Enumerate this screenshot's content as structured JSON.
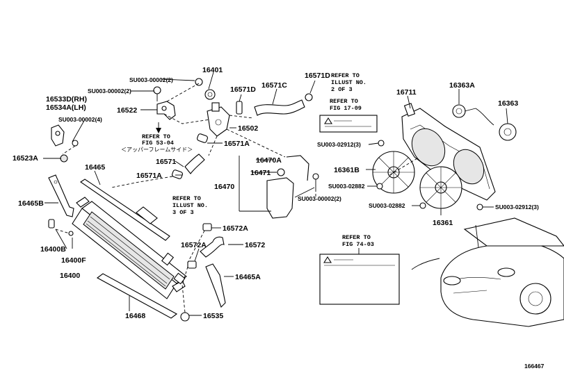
{
  "diagram_id": "166467",
  "labels": {
    "p16401": "16401",
    "su_16401": "SU003-00002(2)",
    "su_16522": "SU003-00002(2)",
    "p16522": "16522",
    "p16533d": "16533D(RH)",
    "p16534a": "16534A(LH)",
    "su_16533": "SU003-00002(4)",
    "p16523a": "16523A",
    "p16465": "16465",
    "p16465b": "16465B",
    "p16400b": "16400B",
    "p16400f": "16400F",
    "p16400": "16400",
    "p16468": "16468",
    "p16535": "16535",
    "p16465a": "16465A",
    "p16572": "16572",
    "p16572a_1": "16572A",
    "p16572a_2": "16572A",
    "p16571": "16571",
    "p16571a_1": "16571A",
    "p16571a_2": "16571A",
    "p16571d_1": "16571D",
    "p16571d_2": "16571D",
    "p16571c": "16571C",
    "p16502": "16502",
    "p16470a": "16470A",
    "p16471": "16471",
    "p16470": "16470",
    "su_16470": "SU003-00002(2)",
    "p16711": "16711",
    "p16363a": "16363A",
    "p16363": "16363",
    "su_02912_top": "SU003-02912(3)",
    "p16361b": "16361B",
    "su_02882_1": "SU003-02882",
    "su_02882_2": "SU003-02882",
    "su_02912_bot": "SU003-02912(3)",
    "p16361": "16361"
  },
  "notes": {
    "ref_53_1": "REFER TO",
    "ref_53_2": "FIG 53-04",
    "ref_53_jp": "＜アッパーフレームサイド＞",
    "ref_2of3_1": "REFER TO",
    "ref_2of3_2": "ILLUST NO.",
    "ref_2of3_3": "2 OF 3",
    "ref_17_1": "REFER TO",
    "ref_17_2": "FIG 17-09",
    "ref_3of3_1": "REFER TO",
    "ref_3of3_2": "ILLUST NO.",
    "ref_3of3_3": "3 OF 3",
    "ref_74_1": "REFER TO",
    "ref_74_2": "FIG 74-03"
  }
}
